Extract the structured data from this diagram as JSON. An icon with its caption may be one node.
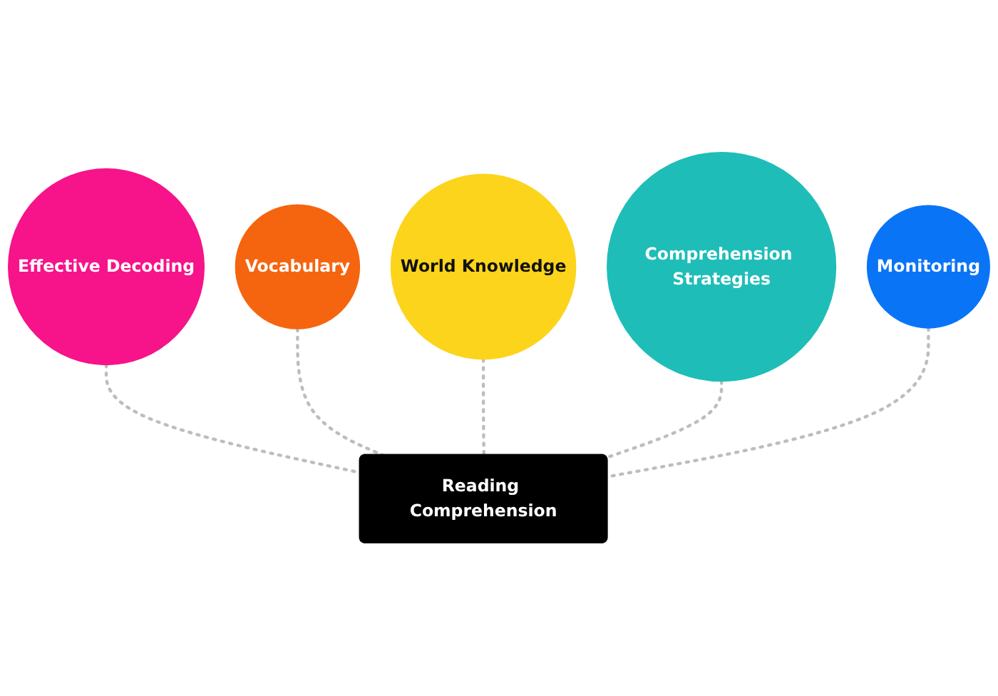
{
  "diagram": {
    "nodes": [
      {
        "text": [
          "Effective Decoding"
        ]
      },
      {
        "text": [
          "Vocabulary"
        ]
      },
      {
        "text": [
          "World Knowledge"
        ]
      },
      {
        "text": [
          "Comprehension Strategies"
        ]
      },
      {
        "text": [
          "Monitoring"
        ]
      },
      {
        "text": [
          "Reading Comprehension"
        ]
      }
    ],
    "edges": [
      {
        "from": 0,
        "to": 5,
        "arrow": "none",
        "style": "dashed"
      },
      {
        "from": 1,
        "to": 5,
        "arrow": "none",
        "style": "dashed"
      },
      {
        "from": 2,
        "to": 5,
        "arrow": "none",
        "style": "dashed"
      },
      {
        "from": 3,
        "to": 5,
        "arrow": "none",
        "style": "dashed"
      },
      {
        "from": 4,
        "to": 5,
        "arrow": "none",
        "style": "dashed"
      }
    ]
  }
}
